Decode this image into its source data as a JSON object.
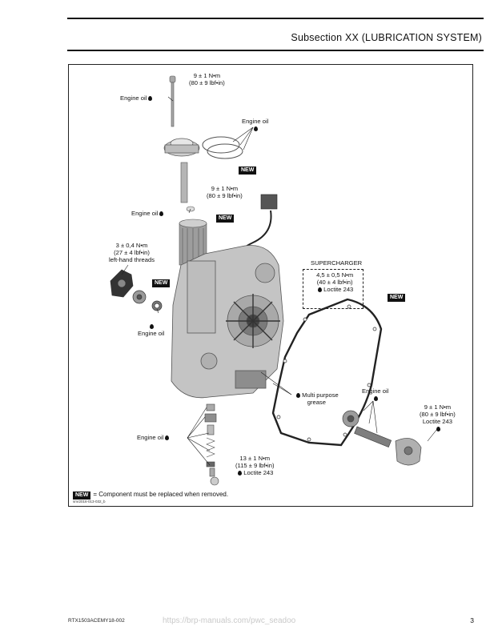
{
  "header": {
    "subsection": "Subsection XX (LUBRICATION SYSTEM)"
  },
  "diagram": {
    "torque_top_line1": "9 ± 1 N•m",
    "torque_top_line2": "(80 ± 9 lbf•in)",
    "engine_oil_1": "Engine oil",
    "engine_oil_2": "Engine oil",
    "new_1": "NEW",
    "torque_mid_line1": "9 ± 1 N•m",
    "torque_mid_line2": "(80 ± 9 lbf•in)",
    "engine_oil_3": "Engine oil",
    "new_2": "NEW",
    "torque_left_line1": "3 ± 0,4 N•m",
    "torque_left_line2": "(27 ± 4 lbf•in)",
    "torque_left_line3": "left-hand threads",
    "new_3": "NEW",
    "engine_oil_4": "Engine oil",
    "supercharger_title": "SUPERCHARGER",
    "super_torque_line1": "4,5 ± 0,5 N•m",
    "super_torque_line2": "(40 ± 4 lbf•in)",
    "super_loctite": "Loctite 243",
    "new_4": "NEW",
    "grease_line1": "Multi purpose",
    "grease_line2": "grease",
    "engine_oil_5": "Engine oil",
    "torque_right_line1": "9 ± 1 N•m",
    "torque_right_line2": "(80 ± 9 lbf•in)",
    "right_loctite": "Loctite 243",
    "engine_oil_6": "Engine oil",
    "torque_bottom_line1": "13 ± 1 N•m",
    "torque_bottom_line2": "(115 ± 9 lbf•in)",
    "bottom_loctite": "Loctite 243"
  },
  "legend": {
    "tag": "NEW",
    "text": "= Component must be replaced when removed."
  },
  "figure_id": "smr2016-013-032_b",
  "footer": {
    "doc_code": "RTX1503ACEMY18-002",
    "url": "https://brp-manuals.com/pwc_seadoo",
    "page": "3"
  },
  "colors": {
    "ink": "#111111",
    "part_gray": "#b5b5b5",
    "watermark": "#c9c9c9"
  }
}
